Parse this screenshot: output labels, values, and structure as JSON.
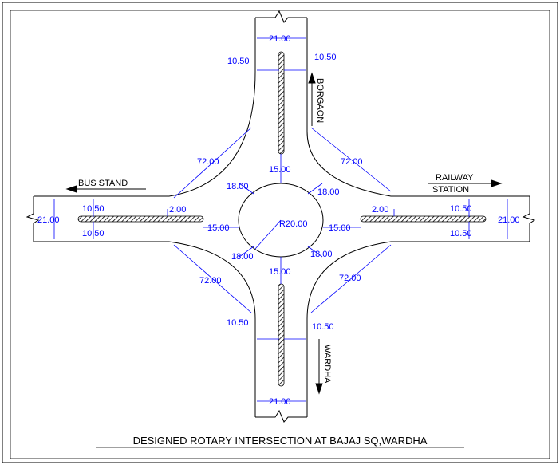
{
  "title": "DESIGNED ROTARY INTERSECTION AT BAJAJ SQ,WARDHA",
  "destinations": {
    "north": "BORGAON",
    "south": "WARDHA",
    "west": "BUS STAND",
    "east_line1": "RAILWAY",
    "east_line2": "STATION"
  },
  "dimensions": {
    "road_width_top": "21.00",
    "road_width_bottom": "21.00",
    "road_width_left": "21.00",
    "road_width_right": "21.00",
    "half_width_nw": "10.50",
    "half_width_ne": "10.50",
    "half_width_sw": "10.50",
    "half_width_se": "10.50",
    "half_width_wt": "10.50",
    "half_width_wb": "10.50",
    "half_width_et": "10.50",
    "half_width_eb": "10.50",
    "curve_nw": "72.00",
    "curve_ne": "72.00",
    "curve_sw": "72.00",
    "curve_se": "72.00",
    "gap_top": "15.00",
    "gap_bottom": "15.00",
    "gap_left": "15.00",
    "gap_right": "15.00",
    "weave_nw": "18.00",
    "weave_ne": "18.00",
    "weave_sw": "18.00",
    "weave_se": "18.00",
    "island_radius": "R20.00",
    "median_left": "2.00",
    "median_right": "2.00"
  },
  "colors": {
    "dimension": "#0000ff",
    "linework": "#000000"
  }
}
